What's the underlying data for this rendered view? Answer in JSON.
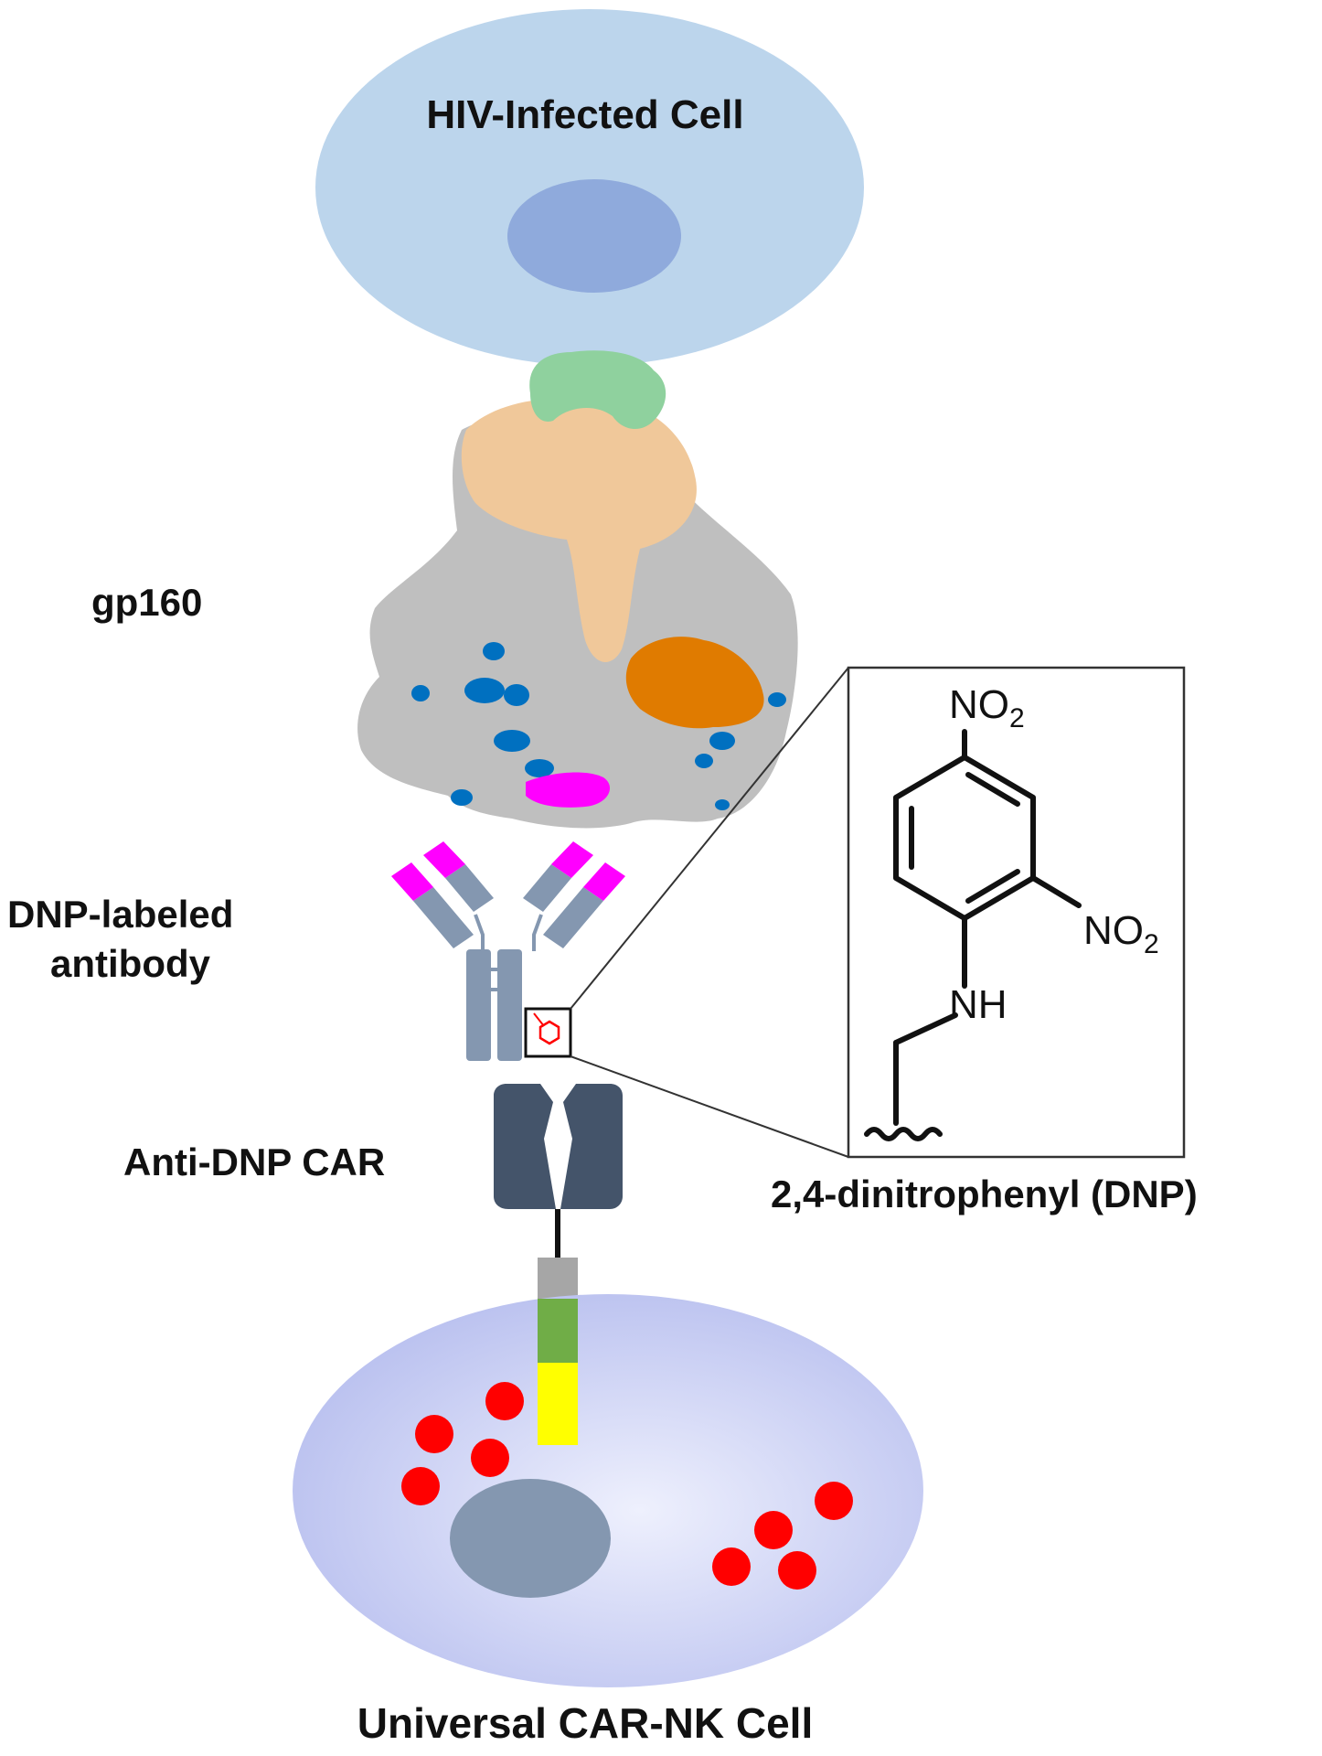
{
  "labels": {
    "infected_cell": "HIV-Infected Cell",
    "gp160": "gp160",
    "antibody_line1": "DNP-labeled",
    "antibody_line2": "antibody",
    "car": "Anti-DNP CAR",
    "nk_cell": "Universal CAR-NK Cell",
    "dnp_caption": "2,4-dinitrophenyl (DNP)"
  },
  "chemistry": {
    "nitro_top": "NO",
    "nitro_top_sub": "2",
    "nitro_side": "NO",
    "nitro_side_sub": "2",
    "amine": "NH"
  },
  "colors": {
    "infected_cell": "#bcd5ec",
    "infected_nucleus": "#8faadc",
    "gp160_gray": "#bfbfbf",
    "gp160_tan": "#f0c89a",
    "gp160_green": "#8fd19e",
    "gp160_orange": "#e07b00",
    "gp160_blue": "#0070c0",
    "gp160_magenta": "#ff00ff",
    "antibody_body": "#8497b0",
    "antibody_tip": "#ff00ff",
    "car_body": "#44546a",
    "car_hinge": "#a6a6a6",
    "car_costim": "#70ad47",
    "car_signal": "#ffff00",
    "nk_cell": "#c6ccf2",
    "nk_nucleus": "#8497b0",
    "granules": "#ff0000",
    "dnp_tag": "#ff0000"
  }
}
